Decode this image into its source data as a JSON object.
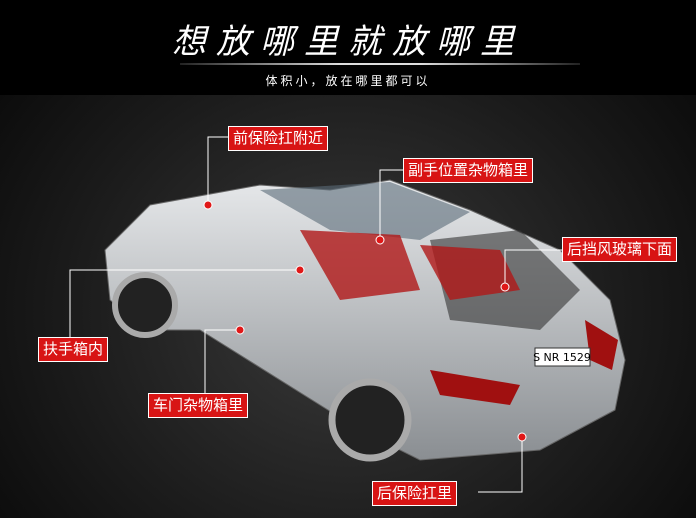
{
  "header": {
    "title": "想放哪里就放哪里",
    "subtitle": "体积小，放在哪里都可以"
  },
  "labels": {
    "front_bumper": "前保险扛附近",
    "passenger_box": "副手位置杂物箱里",
    "rear_window": "后挡风玻璃下面",
    "armrest": "扶手箱内",
    "door_box": "车门杂物箱里",
    "rear_bumper": "后保险扛里"
  },
  "car": {
    "plate": "S NR 1529"
  },
  "colors": {
    "accent": "#d81414"
  }
}
